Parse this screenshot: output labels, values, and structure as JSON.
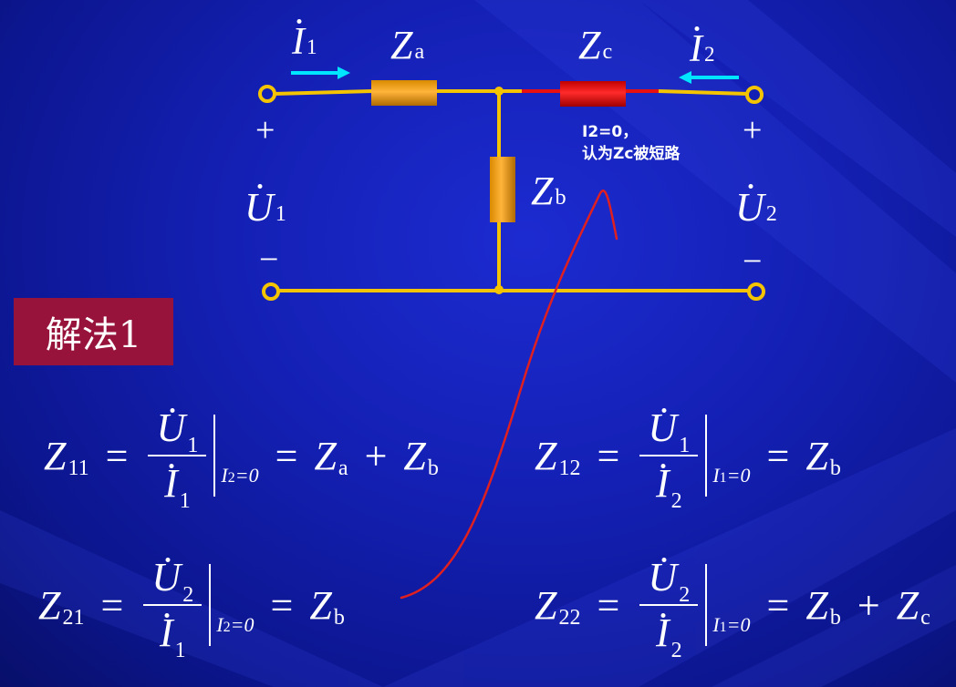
{
  "circuit": {
    "I1": {
      "letter": "I",
      "sub": "1"
    },
    "I2": {
      "letter": "I",
      "sub": "2"
    },
    "Za": {
      "letter": "Z",
      "sub": "a"
    },
    "Zb": {
      "letter": "Z",
      "sub": "b"
    },
    "Zc": {
      "letter": "Z",
      "sub": "c"
    },
    "U1": {
      "letter": "U",
      "sub": "1"
    },
    "U2": {
      "letter": "U",
      "sub": "2"
    },
    "plus": "+",
    "minus": "−",
    "note_line1": "I2=0，",
    "note_line2": "认为Zc被短路",
    "colors": {
      "wire": "#f5c400",
      "impedance_orange": "#f0a010",
      "impedance_red": "#e81010",
      "arrow_cyan": "#00e5ff",
      "annotation_red": "#e02020",
      "badge_bg": "#98133c"
    }
  },
  "method": {
    "label": "解法1"
  },
  "equations": {
    "z11": {
      "lhs": "Z",
      "lhs_sub": "11",
      "num": "U",
      "num_sub": "1",
      "den": "I",
      "den_sub": "1",
      "cond_var": "I",
      "cond_sub": "2",
      "cond_val": "=0",
      "rhs1": "Z",
      "rhs1_sub": "a",
      "plus": "+",
      "rhs2": "Z",
      "rhs2_sub": "b"
    },
    "z12": {
      "lhs": "Z",
      "lhs_sub": "12",
      "num": "U",
      "num_sub": "1",
      "den": "I",
      "den_sub": "2",
      "cond_var": "I",
      "cond_sub": "1",
      "cond_val": "=0",
      "rhs1": "Z",
      "rhs1_sub": "b"
    },
    "z21": {
      "lhs": "Z",
      "lhs_sub": "21",
      "num": "U",
      "num_sub": "2",
      "den": "I",
      "den_sub": "1",
      "cond_var": "I",
      "cond_sub": "2",
      "cond_val": "=0",
      "rhs1": "Z",
      "rhs1_sub": "b"
    },
    "z22": {
      "lhs": "Z",
      "lhs_sub": "22",
      "num": "U",
      "num_sub": "2",
      "den": "I",
      "den_sub": "2",
      "cond_var": "I",
      "cond_sub": "1",
      "cond_val": "=0",
      "rhs1": "Z",
      "rhs1_sub": "b",
      "plus": "+",
      "rhs2": "Z",
      "rhs2_sub": "c"
    }
  },
  "equals": "="
}
